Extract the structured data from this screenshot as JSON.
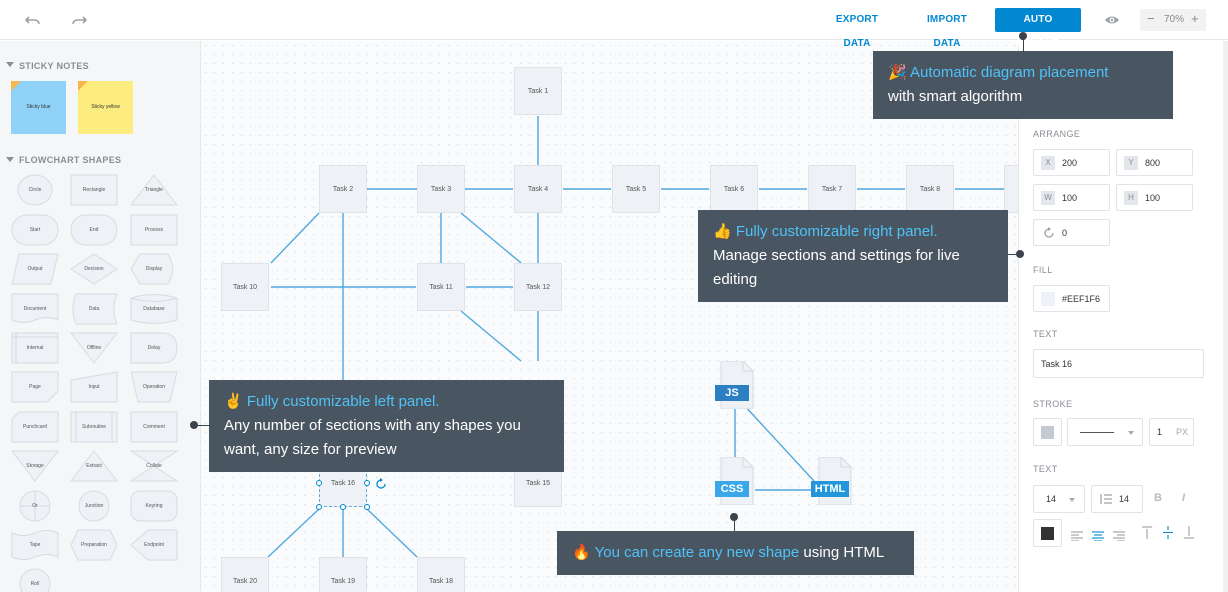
{
  "toolbar": {
    "undo_icon": "undo-icon",
    "redo_icon": "redo-icon",
    "export_label": "EXPORT DATA",
    "import_label": "IMPORT DATA",
    "auto_layout_label": "AUTO LAYOUT",
    "preview_icon": "eye-icon",
    "zoom_minus": "−",
    "zoom_value": "70%",
    "zoom_plus": "+",
    "accent": "#0288d1"
  },
  "left_panel": {
    "sticky_title": "STICKY NOTES",
    "stickies": [
      {
        "label": "Sticky blue",
        "color": "#90d2f7"
      },
      {
        "label": "Sticky yellow",
        "color": "#fdec80"
      }
    ],
    "flowchart_title": "FLOWCHART SHAPES",
    "shapes": [
      "Circle",
      "Rectangle",
      "Triangle",
      "Start",
      "End",
      "Process",
      "Output",
      "Decision",
      "Display",
      "Document",
      "Data",
      "Database",
      "Internal",
      "Offline",
      "Delay",
      "Page",
      "Input",
      "Operation",
      "Punchcard",
      "Subroutine",
      "Comment",
      "Storage",
      "Extract",
      "Collate",
      "Or",
      "Junction",
      "Keyring",
      "Tape",
      "Preparation",
      "Endpoint",
      "Roll"
    ]
  },
  "canvas": {
    "nodes": {
      "t1": "Task 1",
      "t2": "Task 2",
      "t3": "Task 3",
      "t4": "Task 4",
      "t5": "Task 5",
      "t6": "Task 6",
      "t7": "Task 7",
      "t8": "Task 8",
      "t10": "Task 10",
      "t11": "Task 11",
      "t12": "Task 12",
      "t15": "Task 15",
      "t16": "Task 16",
      "t18": "Task 18",
      "t19": "Task 19",
      "t20": "Task 20"
    },
    "files": {
      "js": "JS",
      "css": "CSS",
      "html": "HTML"
    }
  },
  "right_panel": {
    "arrange_title": "ARRANGE",
    "x_label": "X",
    "x_value": "200",
    "y_label": "Y",
    "y_value": "800",
    "w_label": "W",
    "w_value": "100",
    "h_label": "H",
    "h_value": "100",
    "rotation_value": "0",
    "fill_title": "FILL",
    "fill_value": "#EEF1F6",
    "text_title": "TEXT",
    "text_value": "Task 16",
    "stroke_title": "STROKE",
    "stroke_width": "1",
    "stroke_unit": "PX",
    "text_style_title": "TEXT",
    "font_size": "14",
    "line_height": "14",
    "bold_label": "B",
    "italic_label": "I"
  },
  "tooltips": {
    "top": {
      "emoji": "🎉",
      "highlight": "Automatic diagram placement",
      "rest": "with smart algorithm"
    },
    "right": {
      "emoji": "👍",
      "highlight": "Fully customizable right panel.",
      "rest": "Manage sections and settings for live editing"
    },
    "left": {
      "emoji": "✌️",
      "highlight": "Fully customizable left panel.",
      "rest": "Any number of sections with any shapes you want, any size for preview"
    },
    "bottom": {
      "emoji": "🔥",
      "highlight": "You can create any new shape",
      "rest": " using HTML"
    }
  }
}
